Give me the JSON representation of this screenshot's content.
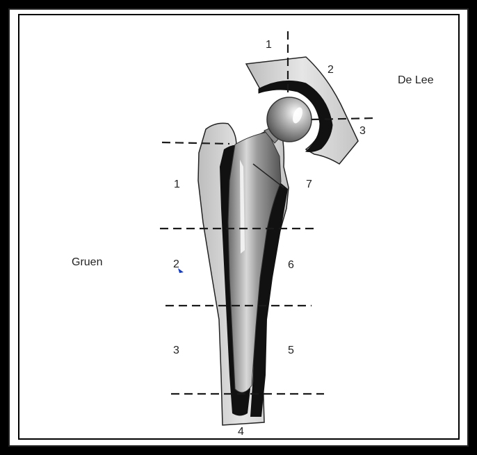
{
  "labels": {
    "system_delee": "De Lee",
    "system_gruen": "Gruen"
  },
  "delee_zones": [
    "1",
    "2",
    "3"
  ],
  "gruen_zones": [
    "1",
    "2",
    "3",
    "4",
    "5",
    "6",
    "7"
  ],
  "colors": {
    "frame": "#000000",
    "bone": "#d9d9d9",
    "cement": "#111111",
    "prosthesis": "#8a8a8a",
    "dashed_line": "#1a1a1a"
  }
}
